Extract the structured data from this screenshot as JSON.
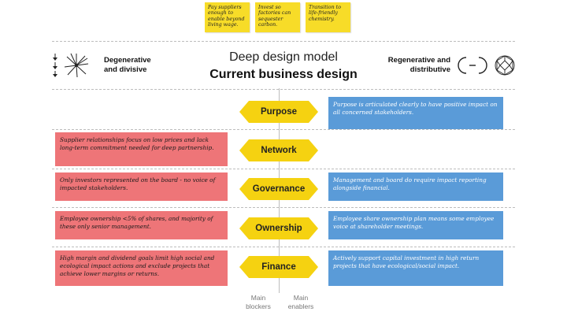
{
  "stickies": [
    "Pay suppliers enough to enable beyond living wage.",
    "Invest so factories can sequester carbon.",
    "Transition to life-friendly chemistry."
  ],
  "header": {
    "title": "Deep design model",
    "subtitle": "Current business design",
    "left_label": "Degenerative and divisive",
    "right_label": "Regenerative and distributive"
  },
  "nodes": [
    {
      "label": "Purpose",
      "blocker": "",
      "enabler": "Purpose is articulated clearly to have positive impact on all concerned stakeholders."
    },
    {
      "label": "Network",
      "blocker": "Supplier relationships focus on low prices and lack long-term commitment needed for deep partnership.",
      "enabler": ""
    },
    {
      "label": "Governance",
      "blocker": "Only investors represented on the board - no voice of impacted stakeholders.",
      "enabler": "Management and board do require impact reporting alongside financial."
    },
    {
      "label": "Ownership",
      "blocker": "Employee ownership <5% of shares, and majority of these only senior management.",
      "enabler": "Employee share ownership plan means some employee voice at shareholder meetings."
    },
    {
      "label": "Finance",
      "blocker": "High margin and dividend goals limit high social and ecological impact actions and exclude projects that achieve lower margins or returns.",
      "enabler": "Actively support capital investment in high return projects that have ecological/social impact."
    }
  ],
  "footer": {
    "left": "Main blockers",
    "right": "Main enablers"
  },
  "colors": {
    "sticky": "#f7dc28",
    "node": "#f5d211",
    "blocker": "#ee7578",
    "enabler": "#5a9bd8"
  }
}
